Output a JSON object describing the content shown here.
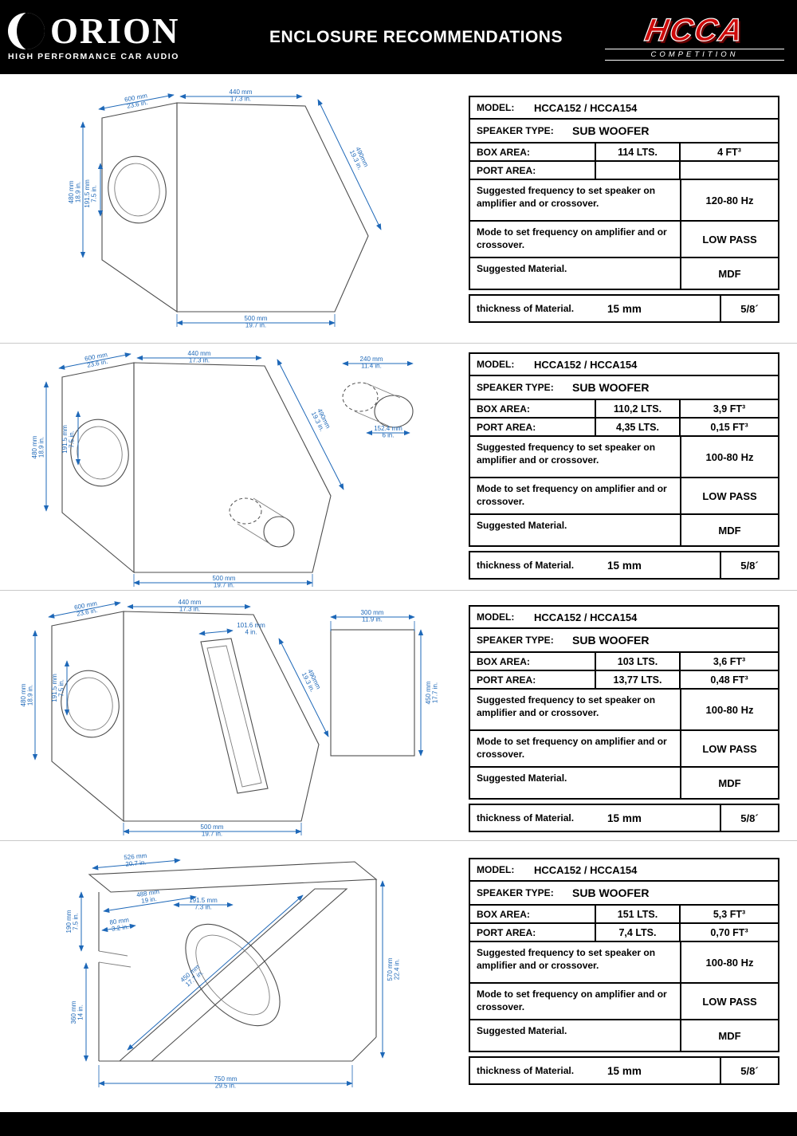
{
  "header": {
    "orion_name": "ORION",
    "orion_tagline": "HIGH PERFORMANCE CAR AUDIO",
    "title": "ENCLOSURE RECOMMENDATIONS",
    "hcca_name": "HCCA",
    "hcca_tagline": "COMPETITION"
  },
  "labels": {
    "model": "MODEL:",
    "speaker_type": "SPEAKER TYPE:",
    "box_area": "BOX AREA:",
    "port_area": "PORT AREA:",
    "freq": "Suggested frequency to set speaker on amplifier and or crossover.",
    "mode": "Mode to set frequency on amplifier and or crossover.",
    "material": "Suggested Material.",
    "thickness": "thickness of Material."
  },
  "sections": [
    {
      "table": {
        "model": "HCCA152 / HCCA154",
        "speaker_type": "SUB WOOFER",
        "box_area_lts": "114 LTS.",
        "box_area_ft": "4 FT³",
        "port_area_lts": "",
        "port_area_ft": "",
        "freq": "120-80 Hz",
        "mode": "LOW PASS",
        "material": "MDF",
        "thickness_mm": "15 mm",
        "thickness_in": "5/8´"
      },
      "dims": [
        {
          "mm": "600 mm",
          "in": "23.6 in."
        },
        {
          "mm": "440 mm",
          "in": "17.3 in."
        },
        {
          "mm": "480 mm",
          "in": "18.9 in."
        },
        {
          "mm": "191.5 mm",
          "in": "7.5 in."
        },
        {
          "mm": "490mm",
          "in": "19.3 in."
        },
        {
          "mm": "500 mm",
          "in": "19.7 in."
        }
      ]
    },
    {
      "table": {
        "model": "HCCA152 / HCCA154",
        "speaker_type": "SUB WOOFER",
        "box_area_lts": "110,2 LTS.",
        "box_area_ft": "3,9 FT³",
        "port_area_lts": "4,35 LTS.",
        "port_area_ft": "0,15 FT³",
        "freq": "100-80 Hz",
        "mode": "LOW PASS",
        "material": "MDF",
        "thickness_mm": "15 mm",
        "thickness_in": "5/8´"
      },
      "dims": [
        {
          "mm": "600 mm",
          "in": "23.6 in."
        },
        {
          "mm": "440 mm",
          "in": "17.3 in."
        },
        {
          "mm": "240 mm",
          "in": "11.4 in."
        },
        {
          "mm": "480 mm",
          "in": "18.9 in."
        },
        {
          "mm": "191.5 mm",
          "in": "7.5 in."
        },
        {
          "mm": "152.4 mm",
          "in": "6 in."
        },
        {
          "mm": "490mm",
          "in": "19.3 in."
        },
        {
          "mm": "500 mm",
          "in": "19.7 in."
        }
      ]
    },
    {
      "table": {
        "model": "HCCA152 / HCCA154",
        "speaker_type": "SUB WOOFER",
        "box_area_lts": "103 LTS.",
        "box_area_ft": "3,6 FT³",
        "port_area_lts": "13,77 LTS.",
        "port_area_ft": "0,48 FT³",
        "freq": "100-80 Hz",
        "mode": "LOW PASS",
        "material": "MDF",
        "thickness_mm": "15 mm",
        "thickness_in": "5/8´"
      },
      "dims": [
        {
          "mm": "600 mm",
          "in": "23.6 in."
        },
        {
          "mm": "440 mm",
          "in": "17.3 in."
        },
        {
          "mm": "101.6 mm",
          "in": "4 in."
        },
        {
          "mm": "300 mm",
          "in": "11.9 in."
        },
        {
          "mm": "480 mm",
          "in": "18.9 in."
        },
        {
          "mm": "191.5 mm",
          "in": "7.5 in."
        },
        {
          "mm": "450 mm",
          "in": "17.7 in."
        },
        {
          "mm": "490mm",
          "in": "19.3 in."
        },
        {
          "mm": "500 mm",
          "in": "19.7 in."
        }
      ]
    },
    {
      "table": {
        "model": "HCCA152 / HCCA154",
        "speaker_type": "SUB WOOFER",
        "box_area_lts": "151 LTS.",
        "box_area_ft": "5,3 FT³",
        "port_area_lts": "7,4 LTS.",
        "port_area_ft": "0,70 FT³",
        "freq": "100-80 Hz",
        "mode": "LOW PASS",
        "material": "MDF",
        "thickness_mm": "15 mm",
        "thickness_in": "5/8´"
      },
      "dims": [
        {
          "mm": "526 mm",
          "in": "20.7 in."
        },
        {
          "mm": "488 mm",
          "in": "19 in."
        },
        {
          "mm": "191.5 mm",
          "in": "7.3 in."
        },
        {
          "mm": "80 mm",
          "in": "3.2 in."
        },
        {
          "mm": "190 mm",
          "in": "7.5 in."
        },
        {
          "mm": "360 mm",
          "in": "14 in."
        },
        {
          "mm": "450 mm",
          "in": "17.7 in."
        },
        {
          "mm": "570 mm",
          "in": "22.4 in."
        },
        {
          "mm": "750 mm",
          "in": "29.5 in."
        }
      ]
    }
  ]
}
